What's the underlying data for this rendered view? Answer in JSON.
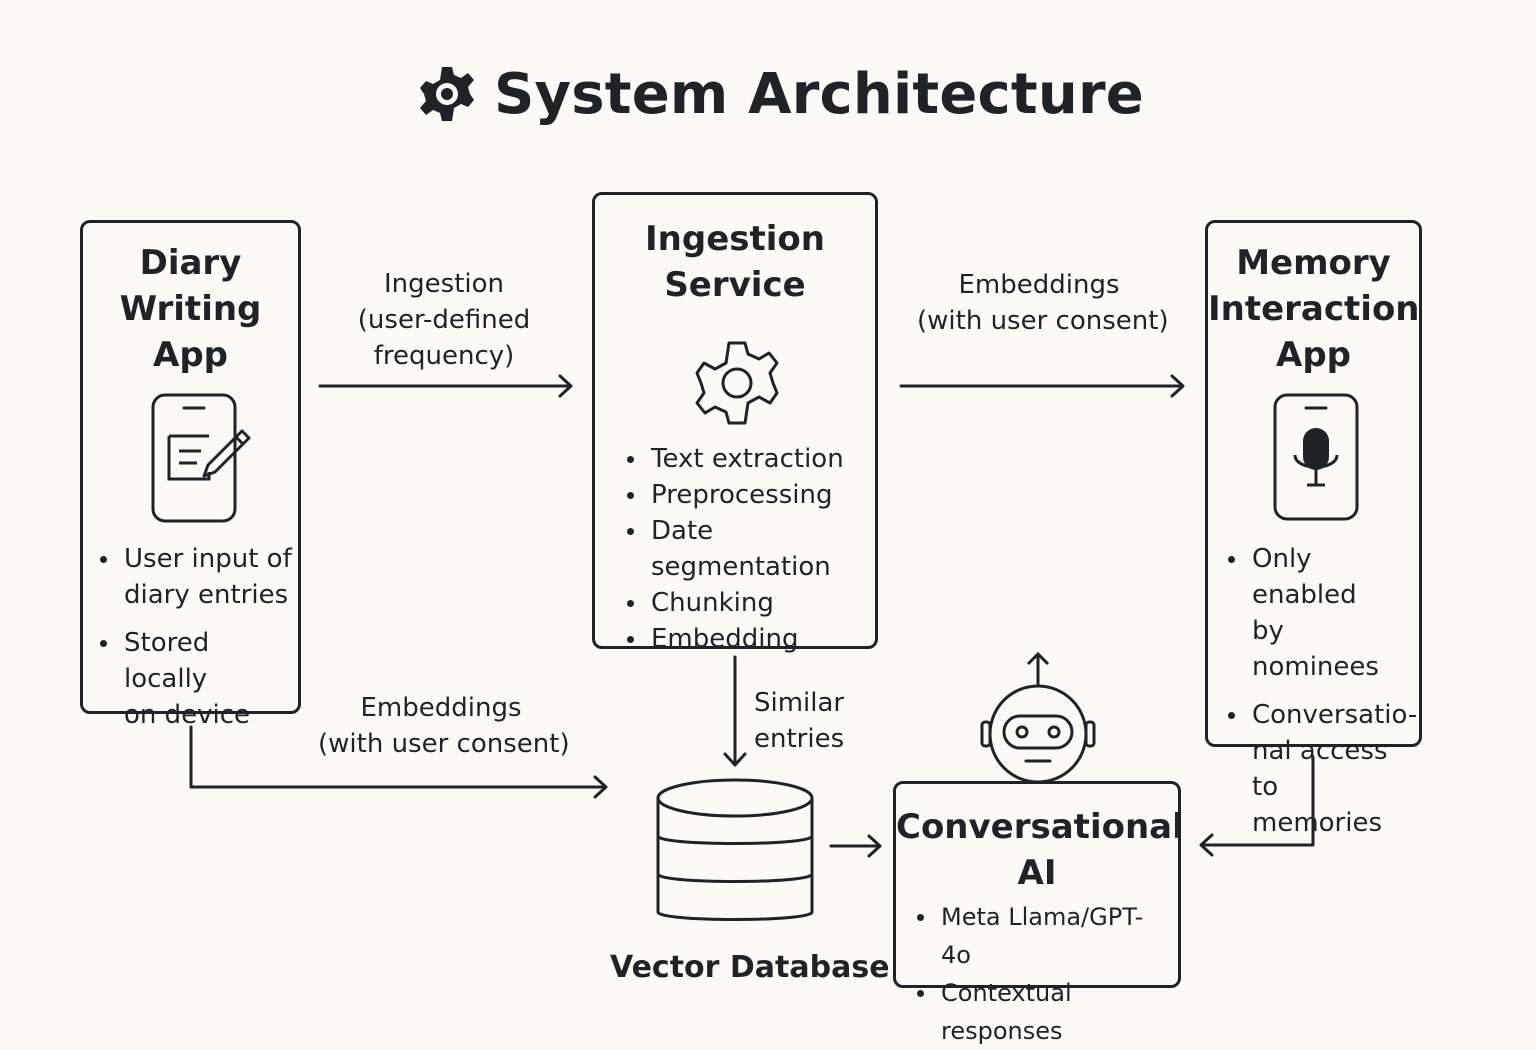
{
  "title": "System Architecture",
  "icons": {
    "title_icon": "gear-icon",
    "diary_icon": "phone-edit-icon",
    "ingestion_icon": "gear-outline-icon",
    "memory_icon": "phone-microphone-icon",
    "vector_icon": "database-icon",
    "ai_icon": "robot-icon"
  },
  "diary_app": {
    "title_lines": [
      "Diary",
      "Writing",
      "App"
    ],
    "bullets": [
      [
        "User input of",
        "diary entries"
      ],
      [
        "Stored locally",
        "on device"
      ]
    ]
  },
  "ingestion_service": {
    "title_lines": [
      "Ingestion",
      "Service"
    ],
    "bullets": [
      "Text extraction",
      "Preprocessing",
      "Date segmentation",
      "Chunking",
      "Embedding"
    ]
  },
  "memory_app": {
    "title_lines": [
      "Memory",
      "Interaction",
      "App"
    ],
    "bullets": [
      [
        "Only enabled",
        "by nominees"
      ],
      [
        "Conversatio-",
        "nal access to",
        "memories"
      ]
    ]
  },
  "vector_db": {
    "label": "Vector Database"
  },
  "conversational_ai": {
    "title_lines": [
      "Conversational",
      "AI"
    ],
    "bullets": [
      "Meta Llama/GPT-4o",
      "Contextual responses"
    ]
  },
  "labels": {
    "ingestion_lines": [
      "Ingestion",
      "(user-defined",
      "frequency)"
    ],
    "embeddings_top_lines": [
      "Embeddings",
      "(with user consent)"
    ],
    "embeddings_bottom_lines": [
      "Embeddings",
      "(with user consent)"
    ],
    "similar_lines": [
      "Similar",
      "entries"
    ]
  }
}
